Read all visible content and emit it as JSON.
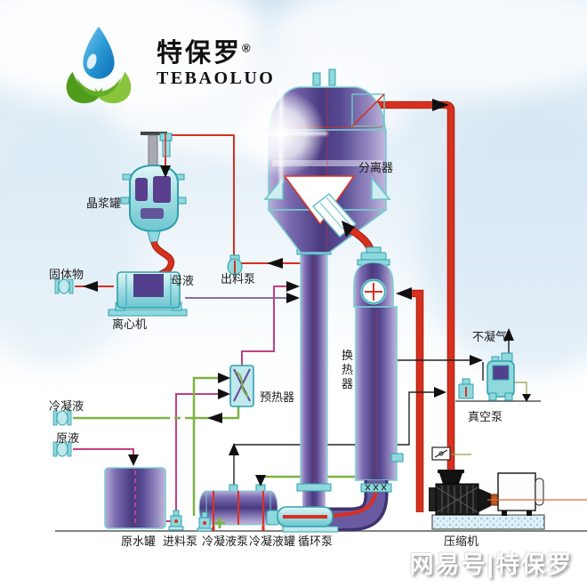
{
  "logo": {
    "brand_cn": "特保罗",
    "registered_mark": "®",
    "brand_en": "TEBAOLUO"
  },
  "watermark": {
    "source_text": "网易号|特保罗"
  },
  "diagram": {
    "equipment_labels": {
      "crystal_slurry_tank": "晶浆罐",
      "solids_outlet": "固体物",
      "centrifuge": "离心机",
      "mother_liquor": "母液",
      "discharge_pump": "出料泵",
      "separator": "分离器",
      "heat_exchanger_chars": [
        "换",
        "热",
        "器"
      ],
      "non_condensable_gas": "不凝气",
      "vacuum_pump": "真空泵",
      "preheater": "预热器",
      "condensate_outlet": "冷凝液",
      "raw_liquid_inlet": "原液",
      "raw_water_tank": "原水罐",
      "feed_pump": "进料泵",
      "condensate_pump": "冷凝液泵",
      "condensate_tank": "冷凝液罐",
      "circulation_pump": "循环泵",
      "compressor": "压缩机"
    },
    "line_colors": {
      "vapor_red": "#d8301f",
      "feed_magenta": "#c2417f",
      "condensate_green": "#7cb342",
      "mother_liquor_purple": "#8a6fae",
      "gas_black": "#222222"
    },
    "equipment_colors": {
      "vessel_purple": "#4a3a80",
      "frame_teal": "#8fd8dc"
    }
  }
}
